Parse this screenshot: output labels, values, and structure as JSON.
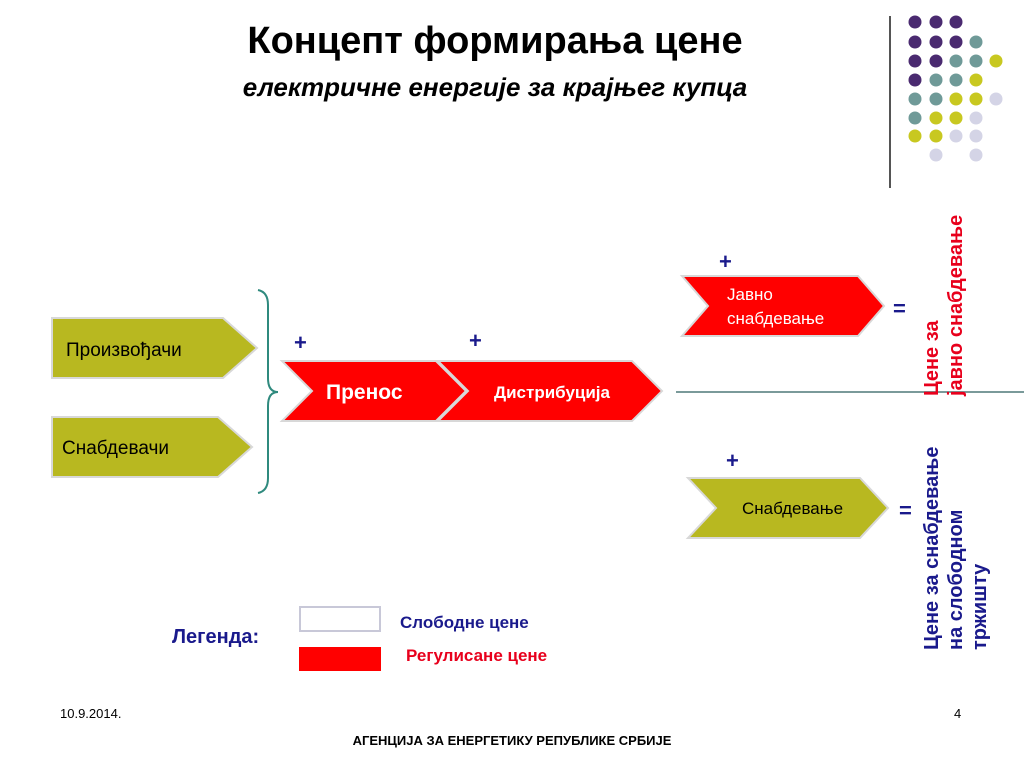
{
  "title": "Концепт формирања цене",
  "subtitle": "електричне енергије за крајњег купца",
  "nodes": {
    "producers": "Произвођачи",
    "suppliers": "Снабдевачи",
    "transmission": "Пренос",
    "distribution": "Дистрибуција",
    "public_supply_line1": "Јавно",
    "public_supply_line2": "снабдевање",
    "supply": "Снабдевање"
  },
  "operators": {
    "plus": "+",
    "equals": "="
  },
  "results": {
    "public_line1": "Цене за",
    "public_line2": "јавно снабдевање",
    "free_line1": "Цене за снабдевање",
    "free_line2": "на слободном",
    "free_line3": "тржишту"
  },
  "legend": {
    "label": "Легенда:",
    "free": "Слободне цене",
    "regulated": "Регулисане цене"
  },
  "footer": {
    "date": "10.9.2014.",
    "page": "4",
    "agency": "АГЕНЦИЈА ЗА ЕНЕРГЕТИКУ РЕПУБЛИКЕ СРБИЈЕ"
  },
  "colors": {
    "olive": "#b8b820",
    "red": "#ff0000",
    "navy": "#1a1a8c",
    "teal": "#2f8a7e",
    "purple": "#4a2a70",
    "gray_teal": "#6f9a98",
    "lime": "#c8c820",
    "lavender": "#d4d4e6"
  }
}
